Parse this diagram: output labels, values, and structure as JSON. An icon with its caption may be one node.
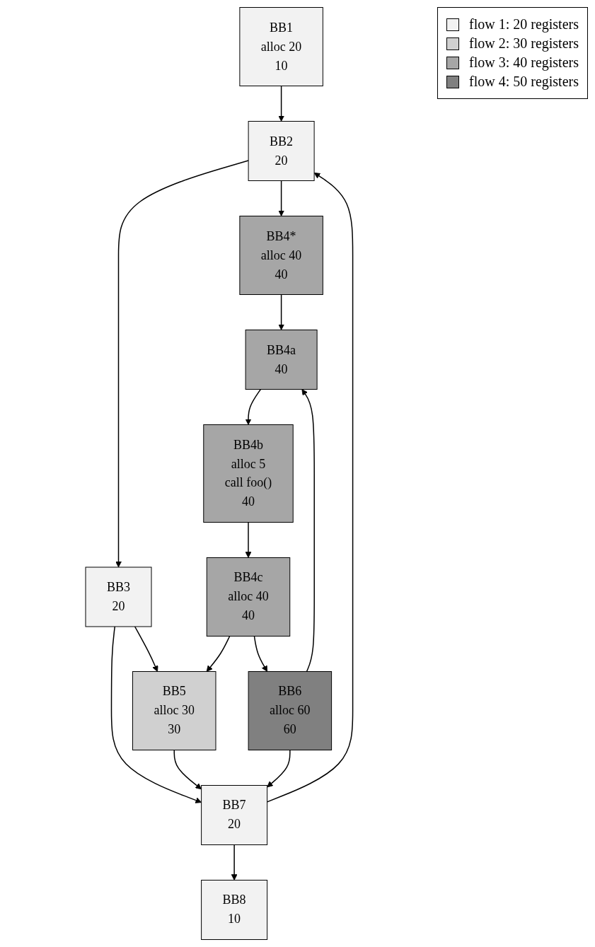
{
  "diagram": {
    "nodes": [
      {
        "text": [
          "BB1",
          "alloc 20",
          "10"
        ]
      },
      {
        "text": [
          "BB2",
          "20"
        ]
      },
      {
        "text": [
          "BB3",
          "20"
        ]
      },
      {
        "text": [
          "BB4*",
          "alloc 40",
          "40"
        ]
      },
      {
        "text": [
          "BB4a",
          "40"
        ]
      },
      {
        "text": [
          "BB4b",
          "alloc 5",
          "call foo()",
          "40"
        ]
      },
      {
        "text": [
          "BB4c",
          "alloc 40",
          "40"
        ]
      },
      {
        "text": [
          "BB5",
          "alloc 30",
          "30"
        ]
      },
      {
        "text": [
          "BB6",
          "alloc 60",
          "60"
        ]
      },
      {
        "text": [
          "BB7",
          "20"
        ]
      },
      {
        "text": [
          "BB8",
          "10"
        ]
      }
    ],
    "edges": [
      {
        "from": 0,
        "to": 1,
        "arrow": "to"
      },
      {
        "from": 9,
        "to": 1,
        "arrow": "to"
      },
      {
        "from": 1,
        "to": 2,
        "arrow": "to"
      },
      {
        "from": 1,
        "to": 3,
        "arrow": "to"
      },
      {
        "from": 2,
        "to": 7,
        "arrow": "to"
      },
      {
        "from": 2,
        "to": 9,
        "arrow": "to"
      },
      {
        "from": 3,
        "to": 4,
        "arrow": "to"
      },
      {
        "from": 8,
        "to": 4,
        "arrow": "to"
      },
      {
        "from": 4,
        "to": 5,
        "arrow": "to"
      },
      {
        "from": 5,
        "to": 6,
        "arrow": "to"
      },
      {
        "from": 6,
        "to": 7,
        "arrow": "to"
      },
      {
        "from": 6,
        "to": 8,
        "arrow": "to"
      },
      {
        "from": 7,
        "to": 9,
        "arrow": "to"
      },
      {
        "from": 8,
        "to": 9,
        "arrow": "to"
      },
      {
        "from": 9,
        "to": 10,
        "arrow": "to"
      }
    ],
    "legend": [
      {
        "text": "flow 1: 20 registers",
        "color": "#f2f2f2"
      },
      {
        "text": "flow 2: 30 registers",
        "color": "#d0d0d0"
      },
      {
        "text": "flow 3: 40 registers",
        "color": "#a6a6a6"
      },
      {
        "text": "flow 4: 50 registers",
        "color": "#808080"
      }
    ]
  }
}
